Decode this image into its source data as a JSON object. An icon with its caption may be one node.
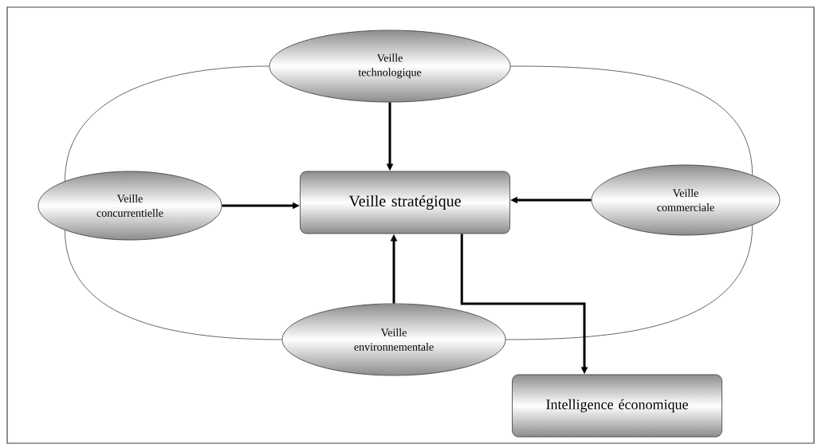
{
  "diagram": {
    "nodes": [
      {
        "text": [
          "Veille technologique"
        ]
      },
      {
        "text": [
          "Veille concurrentielle"
        ]
      },
      {
        "text": [
          "Veille stratégique"
        ]
      },
      {
        "text": [
          "Veille commerciale"
        ]
      },
      {
        "text": [
          "Veille environnementale"
        ]
      },
      {
        "text": [
          "Intelligence économique"
        ]
      }
    ],
    "edges": [
      {
        "from": 0,
        "to": 2,
        "arrow": "to"
      },
      {
        "from": 1,
        "to": 2,
        "arrow": "to"
      },
      {
        "from": 3,
        "to": 2,
        "arrow": "to"
      },
      {
        "from": 4,
        "to": 2,
        "arrow": "to"
      },
      {
        "from": 2,
        "to": 5,
        "arrow": "to"
      },
      {
        "from": 0,
        "to": 1,
        "arrow": "none"
      },
      {
        "from": 0,
        "to": 3,
        "arrow": "none"
      },
      {
        "from": 1,
        "to": 4,
        "arrow": "none"
      },
      {
        "from": 4,
        "to": 3,
        "arrow": "none"
      }
    ]
  }
}
